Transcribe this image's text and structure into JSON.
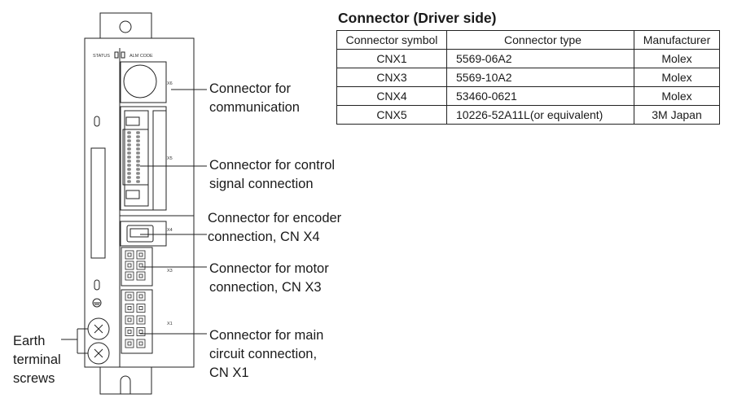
{
  "labels": {
    "x6": [
      "Connector for",
      "communication"
    ],
    "x5": [
      "Connector for control",
      "signal connection"
    ],
    "x4": [
      "Connector for encoder",
      " connection, CN X4"
    ],
    "x3": [
      "Connector for motor",
      "connection, CN X3"
    ],
    "x1": [
      "Connector for main",
      "circuit connection,",
      "CN X1"
    ],
    "earth": [
      "Earth",
      "terminal",
      "screws"
    ]
  },
  "panel": {
    "status": "STATUS",
    "alm_code": "ALM CODE",
    "x6": "X6",
    "x5": "X5",
    "x4": "X4",
    "x3": "X3",
    "x1": "X1"
  },
  "table": {
    "title": "Connector (Driver side)",
    "headers": [
      "Connector symbol",
      "Connector type",
      "Manufacturer"
    ],
    "rows": [
      [
        "CNX1",
        "5569-06A2",
        "Molex"
      ],
      [
        "CNX3",
        "5569-10A2",
        "Molex"
      ],
      [
        "CNX4",
        "53460-0621",
        "Molex"
      ],
      [
        "CNX5",
        "10226-52A11L(or equivalent)",
        "3M Japan"
      ]
    ]
  }
}
